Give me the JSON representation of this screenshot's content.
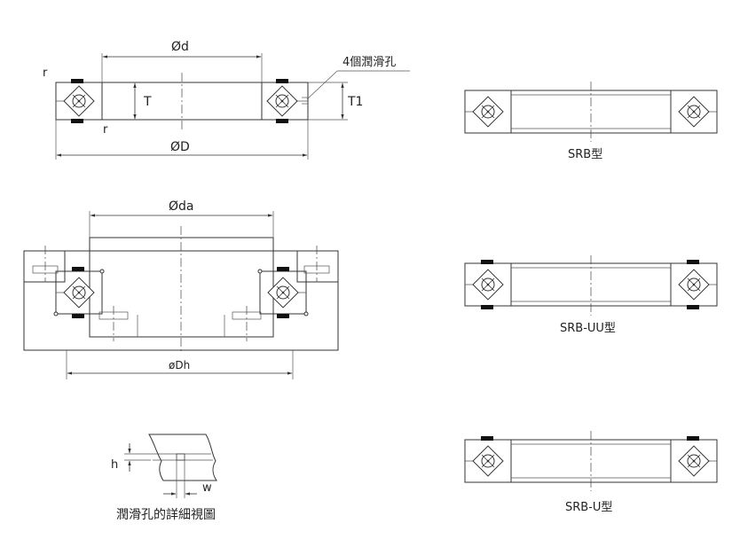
{
  "labels": {
    "phi_d": "Ød",
    "r_top": "r",
    "r_bottom": "r",
    "T": "T",
    "T1": "T1",
    "oil_hole": "4個潤滑孔",
    "phi_D": "ØD",
    "phi_da": "Øda",
    "phi_Dh": "øDh",
    "h": "h",
    "w": "w",
    "detail_caption": "潤滑孔的詳細視圖",
    "srb": "SRB型",
    "srb_uu": "SRB-UU型",
    "srb_u": "SRB-U型"
  }
}
